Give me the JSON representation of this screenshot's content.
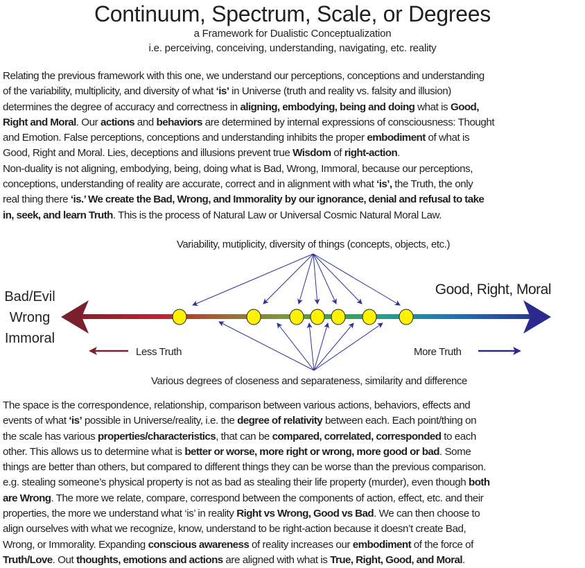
{
  "title": "Continuum, Spectrum, Scale, or Degrees",
  "subtitle1": "a Framework for Dualistic Conceptualization",
  "subtitle2": "i.e. perceiving, conceiving, understanding, navigating, etc. reality",
  "intro_lines": [
    [
      {
        "t": "Relating the previous framework with this one, we understand our perceptions, conceptions and understanding"
      }
    ],
    [
      {
        "t": "of the variability, multiplicity, and diversity of what "
      },
      {
        "t": "‘is’",
        "b": 1
      },
      {
        "t": " in Universe (truth and reality vs. falsity and illusion)"
      }
    ],
    [
      {
        "t": "determines the degree of accuracy and correctness in "
      },
      {
        "t": "aligning, embodying, being and doing",
        "b": 1
      },
      {
        "t": " what is "
      },
      {
        "t": "Good,",
        "b": 1
      }
    ],
    [
      {
        "t": "Right and Moral",
        "b": 1
      },
      {
        "t": ". Our "
      },
      {
        "t": "actions",
        "b": 1
      },
      {
        "t": " and "
      },
      {
        "t": "behaviors",
        "b": 1
      },
      {
        "t": " are determined by internal expressions of consciousness: Thought"
      }
    ],
    [
      {
        "t": "and Emotion. False perceptions, conceptions and understanding inhibits the proper "
      },
      {
        "t": "embodiment",
        "b": 1
      },
      {
        "t": " of what is"
      }
    ],
    [
      {
        "t": "Good, Right and Moral. Lies, deceptions and illusions prevent true "
      },
      {
        "t": "Wisdom",
        "b": 1
      },
      {
        "t": " of "
      },
      {
        "t": "right-action",
        "b": 1
      },
      {
        "t": "."
      }
    ],
    [
      {
        "t": "Non-duality is not aligning, embodying, being, doing what is Bad, Wrong, Immoral, because our perceptions,"
      }
    ],
    [
      {
        "t": "conceptions, understanding of reality are accurate, correct and in alignment with what "
      },
      {
        "t": "‘is’,",
        "b": 1
      },
      {
        "t": " the Truth, the only"
      }
    ],
    [
      {
        "t": "real thing there "
      },
      {
        "t": "‘is.’ We create the Bad, Wrong, and Immorality by our ignorance, denial and refusal to take",
        "b": 1
      }
    ],
    [
      {
        "t": "in, seek, and learn Truth",
        "b": 1
      },
      {
        "t": ". This is the process of Natural Law or Universal Cosmic Natural Moral Law."
      }
    ]
  ],
  "diagram": {
    "top_label": "Variability, mutiplicity, diversity of things (concepts, objects, etc.)",
    "bottom_label": "Various degrees of closeness and separateness, similarity and difference",
    "left_labels": [
      "Bad/Evil",
      "Wrong",
      "Immoral"
    ],
    "right_label": "Good, Right, Moral",
    "less_truth": "Less Truth",
    "more_truth": "More Truth",
    "point_count": 7,
    "colors": {
      "left": "#7b1f2c",
      "red": "#c41f2f",
      "blue": "#2b2a8e",
      "arrow": "#2e3192",
      "point": "#fff200"
    }
  },
  "outro_lines": [
    [
      {
        "t": "The space is the correspondence, relationship, comparison between various actions, behaviors, effects and"
      }
    ],
    [
      {
        "t": "events of what "
      },
      {
        "t": "‘is’",
        "b": 1
      },
      {
        "t": "  possible in Universe/reality, i.e. the "
      },
      {
        "t": "degree of relativity",
        "b": 1
      },
      {
        "t": " between each. Each point/thing on"
      }
    ],
    [
      {
        "t": "the scale has various "
      },
      {
        "t": "properties/characteristics",
        "b": 1
      },
      {
        "t": ", that can be "
      },
      {
        "t": "compared, correlated, corresponded",
        "b": 1
      },
      {
        "t": " to each"
      }
    ],
    [
      {
        "t": "other. This allows us to determine what is "
      },
      {
        "t": "better or worse, more right or wrong, more good or bad",
        "b": 1
      },
      {
        "t": ". Some"
      }
    ],
    [
      {
        "t": "things are better than others, but compared to different things they can be worse than the previous comparison."
      }
    ],
    [
      {
        "t": "e.g. stealing someone’s physical property is not as bad as stealing their life property (murder), even though "
      },
      {
        "t": "both",
        "b": 1
      }
    ],
    [
      {
        "t": "are Wrong",
        "b": 1
      },
      {
        "t": ". The more we relate, compare, correspond between the components of action, effect, etc. and their"
      }
    ],
    [
      {
        "t": "properties, the more we understand what ‘is’ in reality "
      },
      {
        "t": "Right vs Wrong, Good vs Bad",
        "b": 1
      },
      {
        "t": ". We can then choose to"
      }
    ],
    [
      {
        "t": "align ourselves with what we recognize, know, understand  to be right-action because it doesn’t create Bad,"
      }
    ],
    [
      {
        "t": "Wrong, or Immorality. Expanding "
      },
      {
        "t": "conscious awareness",
        "b": 1
      },
      {
        "t": " of reality increases our "
      },
      {
        "t": "embodiment",
        "b": 1
      },
      {
        "t": " of the force of"
      }
    ],
    [
      {
        "t": "Truth/Love",
        "b": 1
      },
      {
        "t": ". Out "
      },
      {
        "t": "thoughts, emotions and actions",
        "b": 1
      },
      {
        "t": " are aligned with what is "
      },
      {
        "t": "True, Right, Good, and Moral",
        "b": 1
      },
      {
        "t": "."
      }
    ]
  ]
}
